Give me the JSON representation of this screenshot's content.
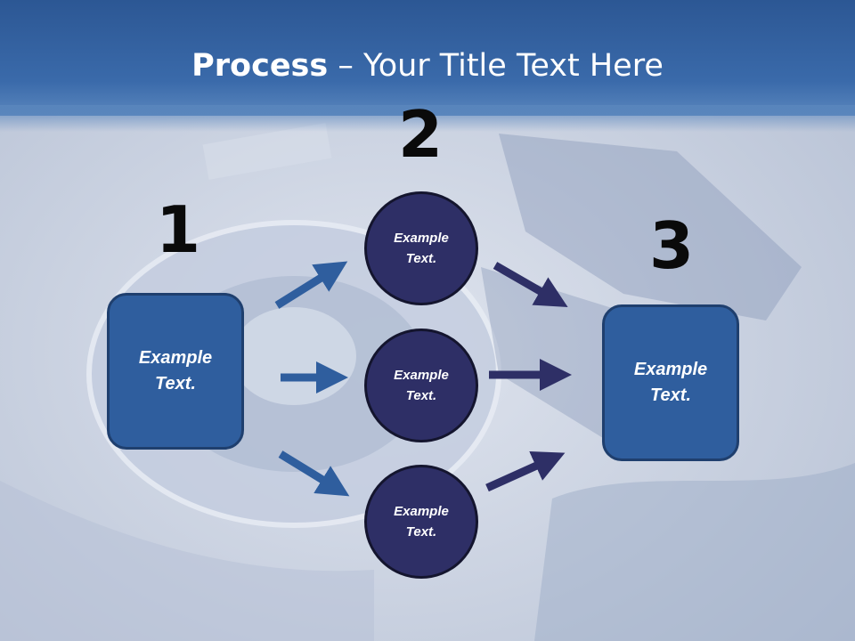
{
  "title": {
    "bold": "Process",
    "rest": " – Your Title Text Here"
  },
  "steps": [
    {
      "number": "1",
      "text": "Example\nText."
    },
    {
      "number": "2",
      "text": "Example\nText."
    },
    {
      "number": "3",
      "text": "Example\nText."
    }
  ],
  "middle": [
    {
      "text": "Example\nText."
    },
    {
      "text": "Example\nText."
    },
    {
      "text": "Example\nText."
    }
  ],
  "colors": {
    "header": "#2c5794",
    "box_fill": "#2f5e9e",
    "circle_fill": "#2e2f66",
    "arrow_left": "#2f5e9e",
    "arrow_right": "#2e2f66"
  }
}
